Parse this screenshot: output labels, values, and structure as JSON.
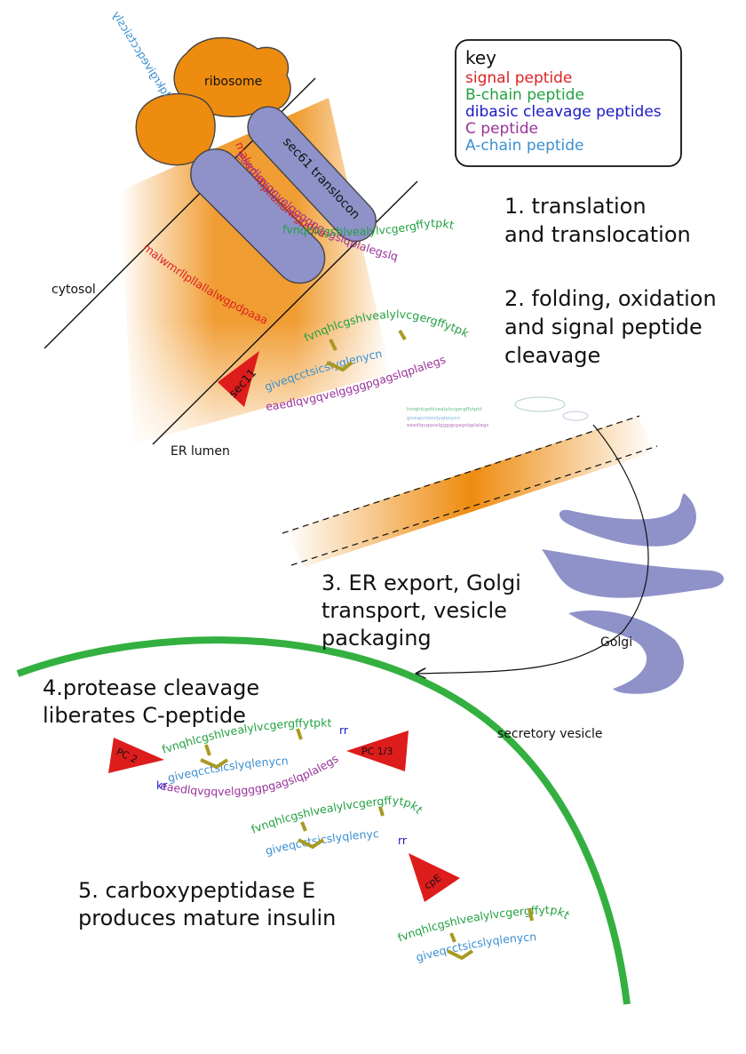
{
  "colors": {
    "signal": "#dd2222",
    "bchain": "#22a040",
    "dibasic": "#1a1ac8",
    "cpeptide": "#993399",
    "achain": "#3a8fd0",
    "organelle": "#8e92c8",
    "ribosome": "#ee8c10",
    "vesicle": "#33b040",
    "enzyme": "#dd1c1c",
    "disulfide": "#a89a22"
  },
  "key": {
    "title": "key",
    "items": [
      {
        "label": "signal peptide",
        "color": "#dd2222"
      },
      {
        "label": "B-chain peptide",
        "color": "#22a040"
      },
      {
        "label": "dibasic cleavage peptides",
        "color": "#1a1ac8"
      },
      {
        "label": "C peptide",
        "color": "#993399"
      },
      {
        "label": "A-chain peptide",
        "color": "#3a8fd0"
      }
    ]
  },
  "labels": {
    "ribosome": "ribosome",
    "translocon": "sec61 translocon",
    "cytosol": "cytosol",
    "er_lumen": "ER lumen",
    "golgi": "Golgi",
    "secretory_vesicle": "secretory vesicle"
  },
  "enzymes": {
    "sec11": "sec11",
    "pc2": "PC 2",
    "pc13": "PC 1/3",
    "cpe": "cpE"
  },
  "steps": {
    "s1": [
      "1. translation",
      "and translocation"
    ],
    "s2": [
      "2. folding, oxidation",
      "and signal peptide",
      "cleavage"
    ],
    "s3": [
      "3. ER export, Golgi",
      "transport, vesicle",
      "packaging"
    ],
    "s4": [
      "4.protease cleavage",
      "liberates C-peptide"
    ],
    "s5": [
      "5. carboxypeptidase E",
      "produces mature insulin"
    ]
  },
  "sequences": {
    "signal": "malwmrllpllallalwgpdpaaa",
    "bchain": "fvnqhlcgshlvealylvcgergffytpkt",
    "dibasic1": "rr",
    "dibasic2": "kr",
    "cpeptide": "eaedlqvgqvelggggpgagslqplalegslq",
    "cpeptide_loop": "eaedlqvgqvelggggpgagslqplalegs",
    "achain": "giveqcctsicslyqlenycn",
    "cytosol_seq": "lqkrgiveqcctsicsly"
  }
}
